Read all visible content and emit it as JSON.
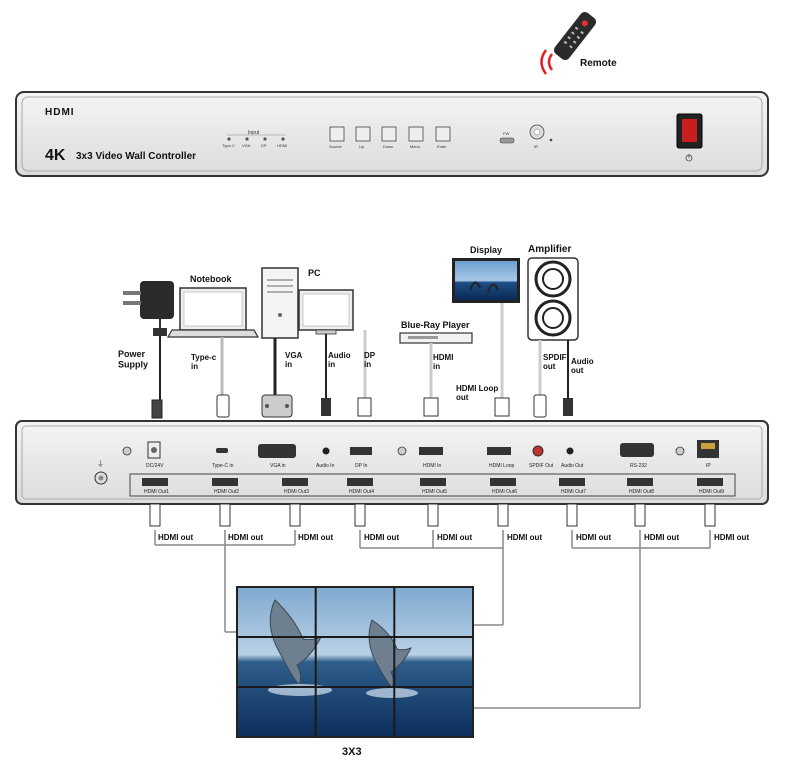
{
  "front_panel": {
    "brand": "HDMI",
    "model_4k": "4K",
    "model_text": "3x3 Video Wall Controller",
    "input_group_label": "Input",
    "input_leds": [
      "Type-C",
      "VGA",
      "DP",
      "HDMI"
    ],
    "buttons": [
      "Source",
      "Up",
      "Down",
      "Menu",
      "Enter"
    ],
    "small_labels": [
      "FW",
      "IR"
    ]
  },
  "remote": {
    "label": "Remote"
  },
  "devices": {
    "power_supply": "Power\nSupply",
    "notebook": "Notebook",
    "pc": "PC",
    "blueray": "Blue-Ray Player",
    "display": "Display",
    "amplifier": "Amplifier"
  },
  "cable_labels": {
    "typec": "Type-c\nin",
    "vga": "VGA\nin",
    "audio_in": "Audio\nin",
    "dp": "DP\nin",
    "hdmi_in": "HDMI\nin",
    "hdmi_loop": "HDMI Loop\nout",
    "spdif": "SPDIF\nout",
    "audio_out": "Audio\nout"
  },
  "rear_ports_top": [
    "DC/24V",
    "Type-C in",
    "VGA in",
    "Audio In",
    "DP In",
    "HDMI In",
    "HDMI Loop",
    "SPDIF Out",
    "Audio Out",
    "RS-232",
    "IP"
  ],
  "rear_outputs": [
    "HDMI Out1",
    "HDMI Out2",
    "HDMI Out3",
    "HDMI Out4",
    "HDMI Out5",
    "HDMI Out6",
    "HDMI Out7",
    "HDMI Out8",
    "HDMI Out9"
  ],
  "hdmi_out_label": "HDMI out",
  "wall_label": "3X3"
}
